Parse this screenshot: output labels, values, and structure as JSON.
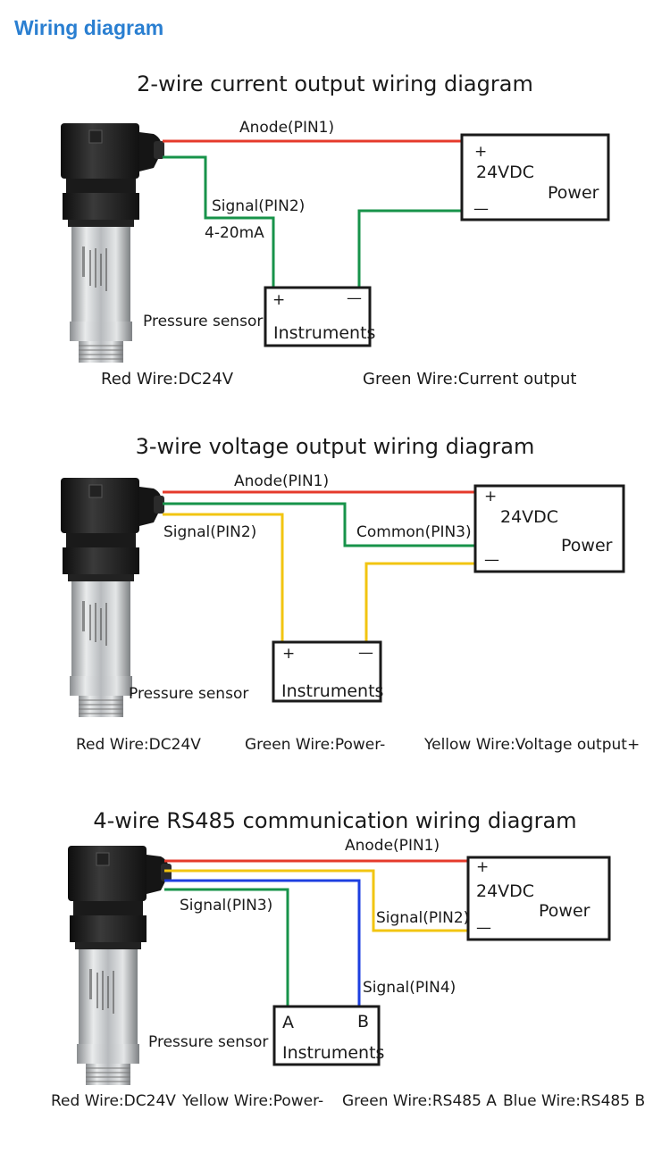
{
  "page_title": "Wiring diagram",
  "colors": {
    "title_blue": "#2a7fd1",
    "red": "#e53a2b",
    "green": "#17934a",
    "yellow": "#f2c511",
    "blue": "#1d3fe0"
  },
  "sensor_icon": "pressure-transmitter",
  "diagram1": {
    "title": "2-wire current output wiring diagram",
    "anode_label": "Anode(PIN1)",
    "signal_label": "Signal(PIN2)",
    "signal_sub": "4-20mA",
    "sensor_label": "Pressure sensor",
    "power": {
      "plus": "+",
      "voltage": "24VDC",
      "name": "Power",
      "minus": "—"
    },
    "instrument": {
      "left": "+",
      "right": "—",
      "name": "Instruments"
    },
    "legend": [
      "Red Wire:DC24V",
      "Green Wire:Current output"
    ]
  },
  "diagram2": {
    "title": "3-wire voltage output wiring diagram",
    "anode_label": "Anode(PIN1)",
    "signal_label": "Signal(PIN2)",
    "common_label": "Common(PIN3)",
    "sensor_label": "Pressure sensor",
    "power": {
      "plus": "+",
      "voltage": "24VDC",
      "name": "Power",
      "minus": "—"
    },
    "instrument": {
      "left": "+",
      "right": "—",
      "name": "Instruments"
    },
    "legend": [
      "Red Wire:DC24V",
      "Green Wire:Power-",
      "Yellow Wire:Voltage output+"
    ]
  },
  "diagram3": {
    "title": "4-wire RS485 communication wiring diagram",
    "anode_label": "Anode(PIN1)",
    "signal2_label": "Signal(PIN2)",
    "signal3_label": "Signal(PIN3)",
    "signal4_label": "Signal(PIN4)",
    "sensor_label": "Pressure sensor",
    "power": {
      "plus": "+",
      "voltage": "24VDC",
      "name": "Power",
      "minus": "—"
    },
    "instrument": {
      "left": "A",
      "right": "B",
      "name": "Instruments"
    },
    "legend": [
      "Red Wire:DC24V",
      "Yellow Wire:Power-",
      "Green Wire:RS485 A",
      "Blue Wire:RS485 B"
    ]
  }
}
